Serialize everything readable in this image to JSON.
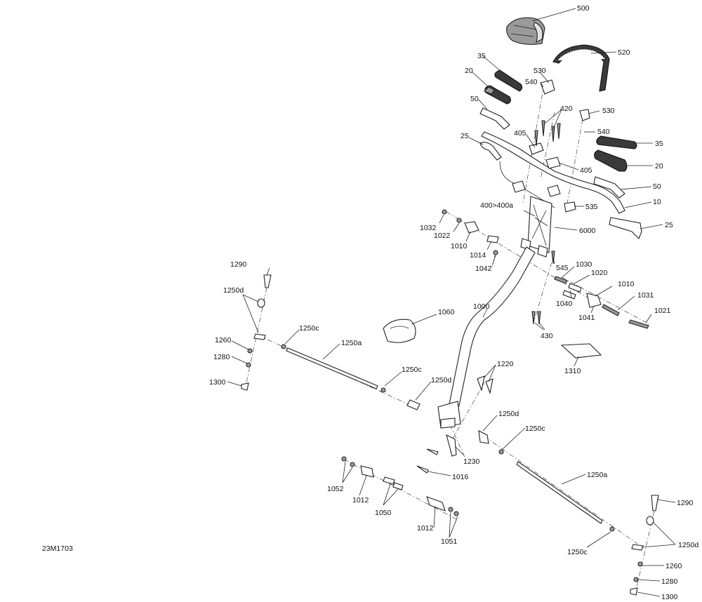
{
  "drawing_number": "23M1703",
  "callouts": {
    "c500": "500",
    "c520": "520",
    "c35a": "35",
    "c20a": "20",
    "c530a": "530",
    "c540a": "540",
    "c50a": "50",
    "c420": "420",
    "c530b": "530",
    "c540b": "540",
    "c405a": "405",
    "c35b": "35",
    "c25a": "25",
    "c20b": "20",
    "c405b": "405",
    "c50b": "50",
    "c10": "10",
    "c400": "400>400a",
    "c535": "535",
    "c25b": "25",
    "c1032": "1032",
    "c6000": "6000",
    "c1022": "1022",
    "c1010a": "1010",
    "c1014": "1014",
    "c1042": "1042",
    "c545": "545",
    "c1030": "1030",
    "c1020": "1020",
    "c1010b": "1010",
    "c1290a": "1290",
    "c1250d_a": "1250d",
    "c1040": "1040",
    "c1031": "1031",
    "c1000": "1000",
    "c1041": "1041",
    "c1021": "1021",
    "c1060": "1060",
    "c430": "430",
    "c1250c_a": "1250c",
    "c1260a": "1260",
    "c1250a_a": "1250a",
    "c1310": "1310",
    "c1280a": "1280",
    "c1220": "1220",
    "c1250c_b": "1250c",
    "c1300a": "1300",
    "c1250d_b": "1250d",
    "c1250d_c": "1250d",
    "c1250c_c": "1250c",
    "c1230": "1230",
    "c1016": "1016",
    "c1052": "1052",
    "c1250a_b": "1250a",
    "c1012a": "1012",
    "c1050": "1050",
    "c1290b": "1290",
    "c1012b": "1012",
    "c1051": "1051",
    "c1250d_d": "1250d",
    "c1250c_d": "1250c",
    "c1260b": "1260",
    "c1280b": "1280",
    "c1300b": "1300"
  }
}
